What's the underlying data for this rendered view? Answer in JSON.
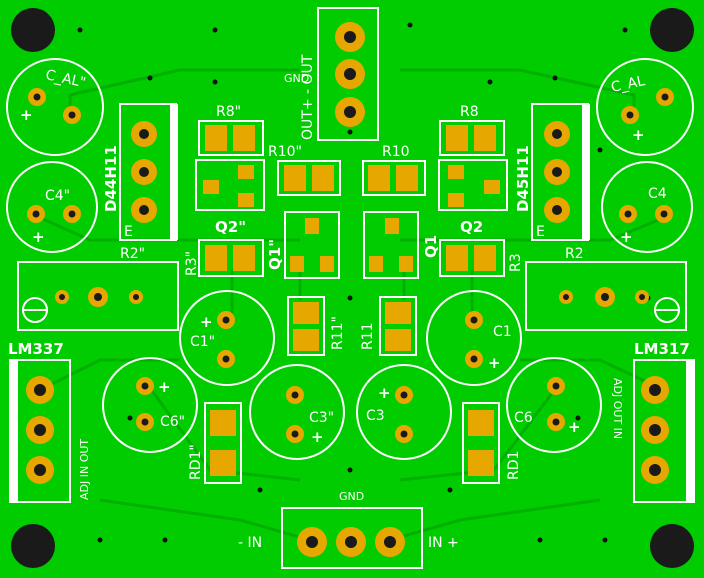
{
  "colors": {
    "board": "#00cc00",
    "silk": "#ffffff",
    "copper": "#e6a800",
    "trace": "#00b000"
  },
  "labels": {
    "out_header": "OUT+ - OUT",
    "gnd_top": "GND",
    "gnd_bottom": "GND",
    "in_minus": "- IN",
    "in_plus": "IN +",
    "c_al_left": "C_AL\"",
    "c_al_right": "C_AL",
    "c4_left": "C4\"",
    "c4_right": "C4",
    "d44": "D44H11",
    "d45": "D45H11",
    "e_left": "E",
    "e_right": "E",
    "r8_left": "R8\"",
    "r8_right": "R8",
    "r10_left": "R10\"",
    "r10_right": "R10",
    "q2_left": "Q2\"",
    "q2_right": "Q2",
    "q1_left": "Q1\"",
    "q1_right": "Q1",
    "r3_left": "R3\"",
    "r3_right": "R3",
    "r2_left": "R2\"",
    "r2_right": "R2",
    "lm337": "LM337",
    "lm317": "LM317",
    "c1_left": "C1\"",
    "c1_right": "C1",
    "r11_left": "R11\"",
    "r11_right": "R11",
    "c3_left": "C3\"",
    "c3_right": "C3",
    "c6_left": "C6\"",
    "c6_right": "C6",
    "rd1_left": "RD1\"",
    "rd1_right": "RD1",
    "lm337_pins": "ADJ  IN  OUT",
    "lm317_pins": "ADJ OUT IN"
  }
}
